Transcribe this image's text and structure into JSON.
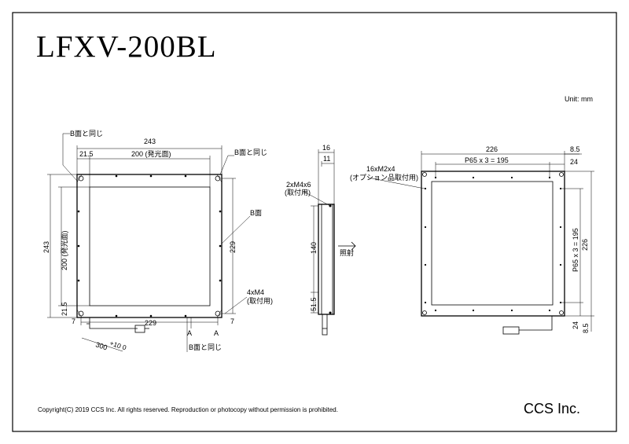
{
  "title": "LFXV-200BL",
  "unit": "Unit: mm",
  "front": {
    "label_b_top_left": "B面と同じ",
    "label_b_top_right": "B面と同じ",
    "label_b_side": "B面",
    "label_b_bottom": "B面と同じ",
    "width_total": "243",
    "edge_offset": "21.5",
    "emitting_width": "200 (発光面)",
    "height_total": "243",
    "emitting_height": "200 (発光面)",
    "edge_offset_v": "21.5",
    "inner_height": "229",
    "inner_width": "229",
    "gap_left": "7",
    "gap_right": "7",
    "mount_holes": "4xM4",
    "mount_note": "(取付用)",
    "cable_length": "300",
    "cable_tol": "+10 0",
    "section_a1": "A",
    "section_a2": "A"
  },
  "side": {
    "thickness": "16",
    "inner_thickness": "11",
    "mount": "2xM4x6",
    "mount_note": "(取付用)",
    "height": "140",
    "offset": "51.5",
    "light_dir": "照射"
  },
  "rear": {
    "width": "226",
    "edge": "8.5",
    "pitch": "P65 x 3 = 195",
    "pitch_edge": "24",
    "holes": "16xM2x4",
    "holes_note": "(オプション品取付用)",
    "height": "226",
    "pitch_v": "P65 x 3 = 195",
    "edge_v": "24",
    "edge_v2": "8.5"
  },
  "footer": {
    "copyright": "Copyright(C) 2019 CCS Inc. All rights reserved. Reproduction or photocopy without permission is prohibited.",
    "company": "CCS Inc."
  }
}
